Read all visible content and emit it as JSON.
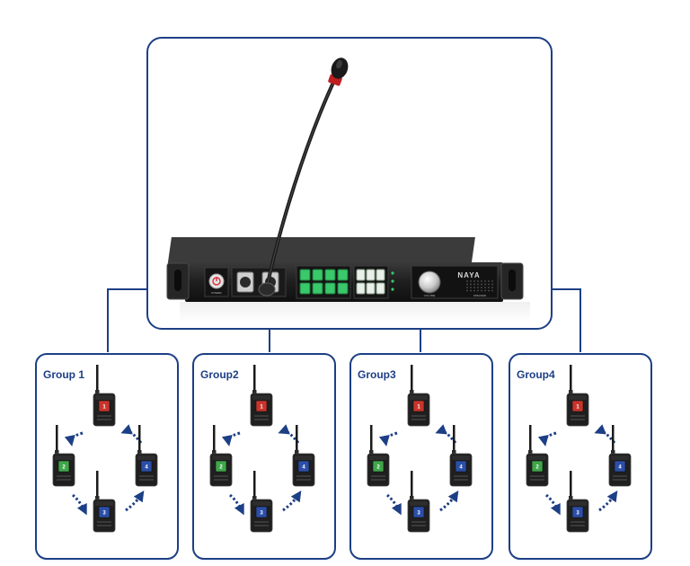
{
  "device": {
    "brand": "NAYA",
    "panel_labels": [
      "POWER",
      "VOLUME",
      "SPEAKER"
    ]
  },
  "groups": [
    {
      "label": "Group 1"
    },
    {
      "label": "Group2"
    },
    {
      "label": "Group3"
    },
    {
      "label": "Group4"
    }
  ],
  "radio_channels": [
    {
      "channel": "1",
      "screen_color": "#c8342c",
      "position": "top"
    },
    {
      "channel": "2",
      "screen_color": "#3fa64a",
      "position": "left"
    },
    {
      "channel": "3",
      "screen_color": "#2b4ea8",
      "position": "bottom"
    },
    {
      "channel": "4",
      "screen_color": "#2b4ea8",
      "position": "right"
    }
  ],
  "colors": {
    "frame_border": "#1d3f86",
    "arrow": "#1d3f86",
    "label": "#1d3f86",
    "button_green": "#39c86a"
  }
}
